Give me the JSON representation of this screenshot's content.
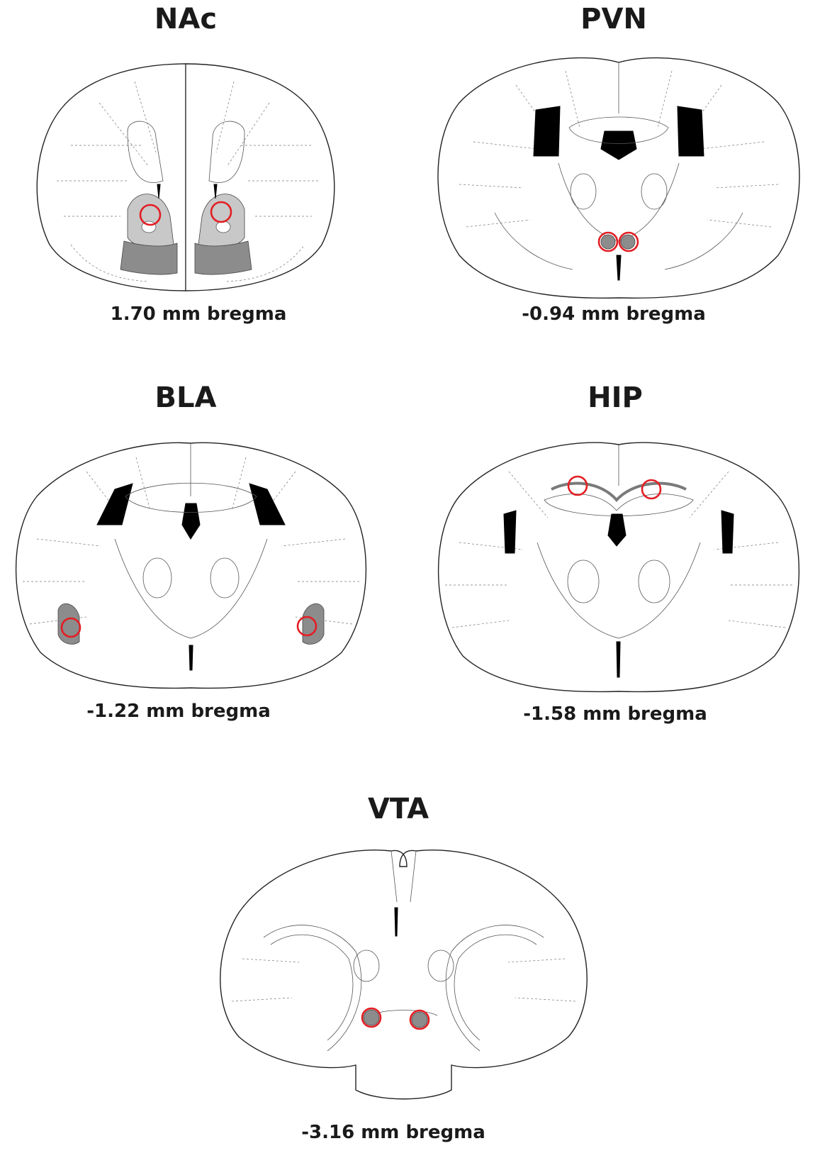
{
  "colors": {
    "target_circle": "#e31e24",
    "shading": "#8c8c8c",
    "light_shading": "#c8c8c8",
    "ventricle": "#000000"
  },
  "panels": [
    {
      "id": "nac",
      "title": "NAc",
      "bregma": "1.70 mm bregma"
    },
    {
      "id": "pvn",
      "title": "PVN",
      "bregma": "-0.94 mm bregma"
    },
    {
      "id": "bla",
      "title": "BLA",
      "bregma": "-1.22 mm bregma"
    },
    {
      "id": "hip",
      "title": "HIP",
      "bregma": "-1.58 mm bregma"
    },
    {
      "id": "vta",
      "title": "VTA",
      "bregma": "-3.16 mm bregma"
    }
  ]
}
